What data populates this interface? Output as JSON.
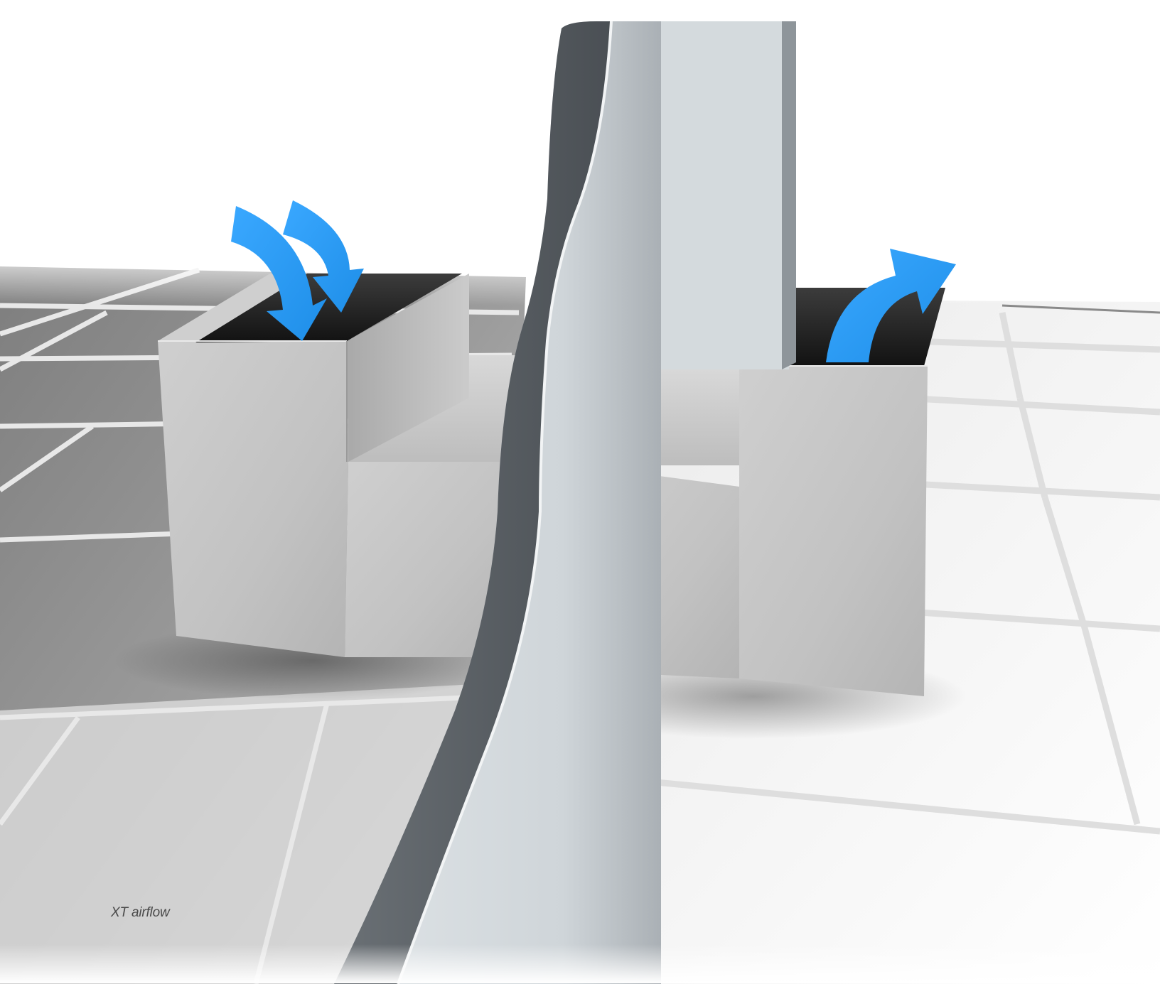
{
  "caption": "XT airflow",
  "colors": {
    "background": "#ffffff",
    "airflow_arrow": "#2b9cf5",
    "duct_metal": "#c9cacb",
    "duct_opening": "#2a2a2a",
    "wall_panel": "#c8ced3",
    "ceiling_tile_left": "#9a9a9a",
    "ceiling_tile_right": "#f4f4f4",
    "ceiling_grid": "#e6e6e6"
  },
  "icons": {
    "intake_arrows": "curved-down-arrow",
    "exhaust_arrow": "curved-up-arrow"
  }
}
